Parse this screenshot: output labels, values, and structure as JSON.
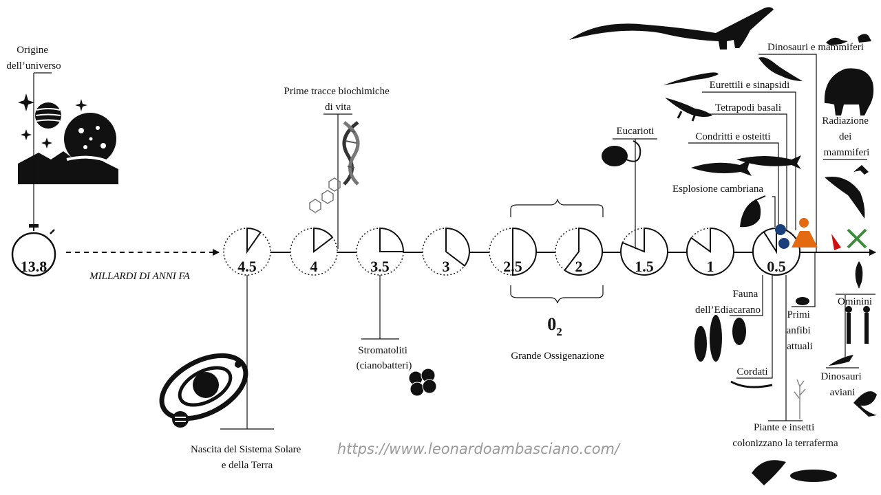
{
  "start": {
    "value": "13.8",
    "label_lines": [
      "Origine",
      "dell’universo"
    ]
  },
  "axis_label": "MILLARDI DI ANNI FA",
  "clocks": [
    {
      "value": "4.5"
    },
    {
      "value": "4"
    },
    {
      "value": "3.5"
    },
    {
      "value": "3"
    },
    {
      "value": "2.5"
    },
    {
      "value": "2"
    },
    {
      "value": "1.5"
    },
    {
      "value": "1"
    },
    {
      "value": "0.5"
    }
  ],
  "events": {
    "biochem": [
      "Prime tracce biochimiche",
      "di vita"
    ],
    "solar": [
      "Nascita del Sistema Solare",
      "e della Terra"
    ],
    "stromatolites": [
      "Stromatoliti",
      "(cianobatteri)"
    ],
    "o2_symbol": "0",
    "o2_sub": "2",
    "oxygenation": "Grande Ossigenazione",
    "eukaryotes": "Eucarioti",
    "cambrian": "Esplosione cambriana",
    "fish": "Condritti e osteitti",
    "tetrapods": "Tetrapodi basali",
    "reptiles": "Eurettili e sinapsidi",
    "dinos_mammals": "Dinosauri e mammiferi",
    "mammal_radiation": [
      "Radiazione",
      "dei",
      "mammiferi"
    ],
    "ediacaran": [
      "Fauna",
      "dell’Ediacarano"
    ],
    "chordates": "Cordati",
    "amphibians": [
      "Primi",
      "anfibi",
      "attuali"
    ],
    "hominins": "Ominini",
    "avian": [
      "Dinosauri",
      "aviani"
    ],
    "land": [
      "Piante e insetti",
      "colonizzano la terraferma"
    ]
  },
  "url": "https://www.leonardoambasciano.com/"
}
